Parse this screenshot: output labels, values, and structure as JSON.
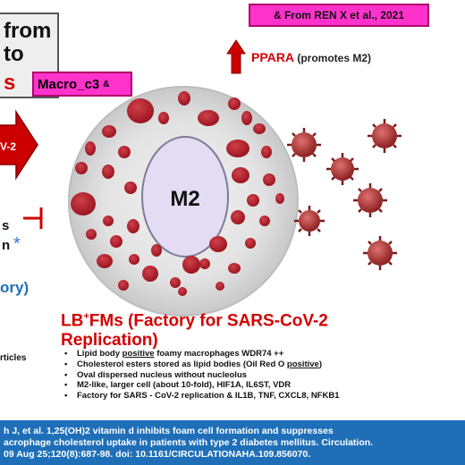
{
  "title_box": {
    "lines": [
      "from",
      "to",
      "s"
    ]
  },
  "macro_label": {
    "text": "Macro_c3",
    "sup": "&"
  },
  "reference_label": "& From REN X et al., 2021",
  "ppara": {
    "label": "PPARA",
    "note": "(promotes M2)"
  },
  "cell": {
    "nucleus_label": "M2"
  },
  "left_fragments": {
    "v2": "V-2",
    "s": "s",
    "n": "n",
    "asterisk": "*",
    "ory": "ory)",
    "rticles": "rticles"
  },
  "lb_title": {
    "prefix": "LB",
    "sup": "+",
    "main": "FMs (Factory for SARS-CoV-2 Replication)"
  },
  "bullets": [
    {
      "pre": "Lipid body ",
      "u": "positive",
      "post": " foamy macrophages WDR74 ++"
    },
    {
      "pre": "Cholesterol esters stored as lipid bodies (Oil Red O ",
      "u": "positive",
      "post": ")"
    },
    {
      "pre": "Oval dispersed nucleus without nucleolus",
      "u": "",
      "post": ""
    },
    {
      "pre": "M2-like, larger cell (about 10-fold), HIF1A, IL6ST, VDR",
      "u": "",
      "post": ""
    },
    {
      "pre": "Factory for SARS - CoV-2 replication & IL1B, TNF, CXCL8, NFKB1",
      "u": "",
      "post": ""
    }
  ],
  "citation": {
    "lines": [
      "h J, et al. 1,25(OH)2 vitamin d inhibits foam cell formation and suppresses",
      "acrophage cholesterol uptake in patients with type 2 diabetes mellitus. Circulation.",
      "09 Aug 25;120(8):687-98. doi: 10.1161/CIRCULATIONAHA.109.856070."
    ]
  },
  "colors": {
    "accent_red": "#d40000",
    "magenta": "#ff33cc",
    "footer_blue": "#1f6fb8",
    "lipid": "#b0202a",
    "nucleus": "#e4dcf2"
  }
}
